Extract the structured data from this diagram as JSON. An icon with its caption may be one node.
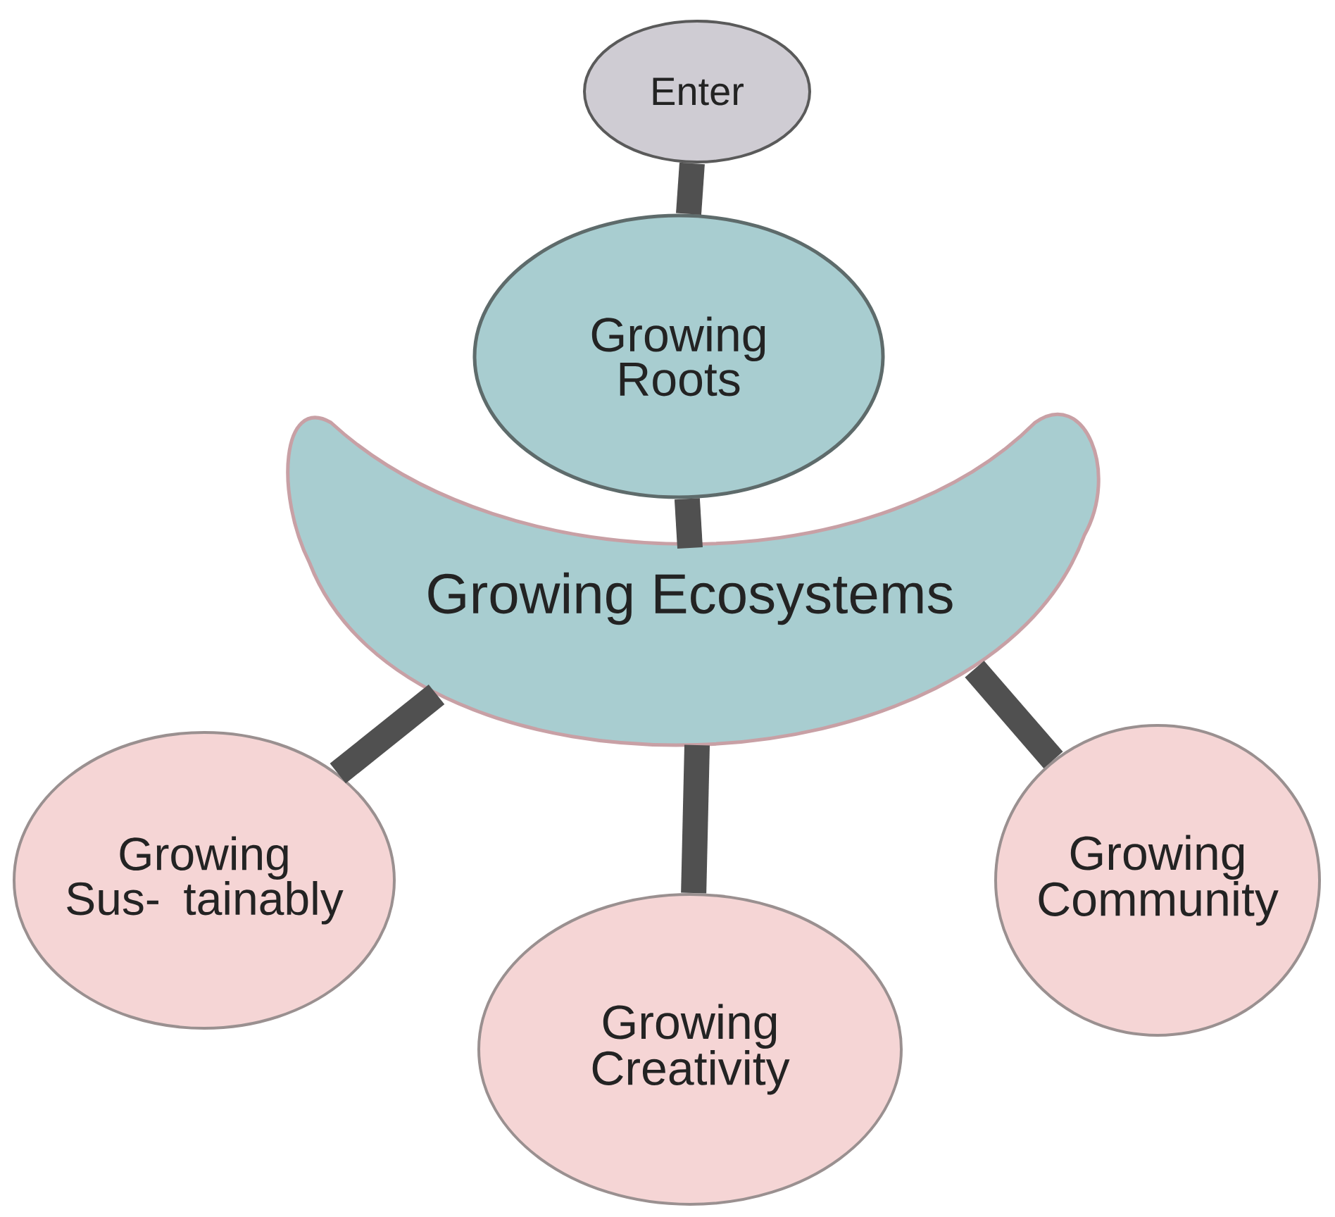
{
  "diagram": {
    "nodes": [
      {
        "text": [
          "Enter"
        ]
      },
      {
        "text": [
          "Growing Roots"
        ]
      },
      {
        "text": [
          "Growing Ecosystems"
        ]
      },
      {
        "text": [
          "Growing Sus- tainably"
        ]
      },
      {
        "text": [
          "Growing Creativity"
        ]
      },
      {
        "text": [
          "Growing Community"
        ]
      }
    ],
    "edges": [
      {
        "from": 0,
        "to": 1,
        "arrow": "none"
      },
      {
        "from": 1,
        "to": 2,
        "arrow": "none"
      },
      {
        "from": 2,
        "to": 3,
        "arrow": "none"
      },
      {
        "from": 2,
        "to": 4,
        "arrow": "none"
      },
      {
        "from": 2,
        "to": 5,
        "arrow": "none"
      }
    ]
  }
}
